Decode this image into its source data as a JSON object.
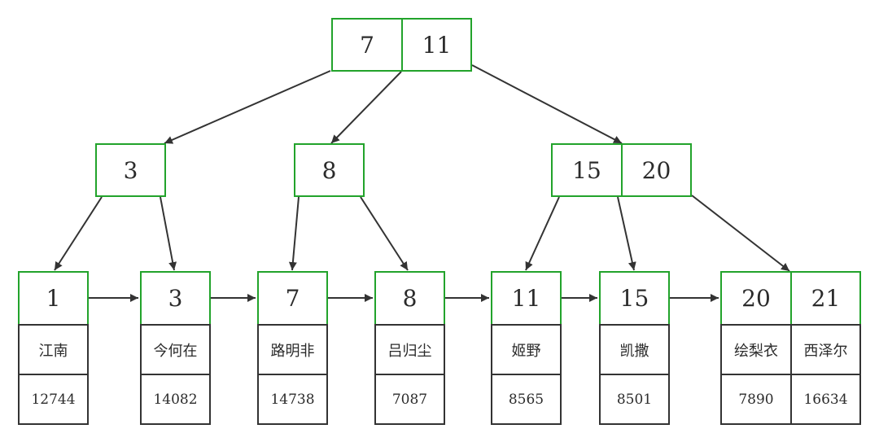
{
  "colors": {
    "key_border": "#22a32b",
    "data_border": "#333333",
    "edge": "#333333"
  },
  "tree": {
    "root": {
      "keys": [
        "7",
        "11"
      ]
    },
    "internal": [
      {
        "keys": [
          "3"
        ]
      },
      {
        "keys": [
          "8"
        ]
      },
      {
        "keys": [
          "15",
          "20"
        ]
      }
    ],
    "leaves": [
      {
        "entries": [
          {
            "key": "1",
            "name": "江南",
            "value": "12744"
          }
        ]
      },
      {
        "entries": [
          {
            "key": "3",
            "name": "今何在",
            "value": "14082"
          }
        ]
      },
      {
        "entries": [
          {
            "key": "7",
            "name": "路明非",
            "value": "14738"
          }
        ]
      },
      {
        "entries": [
          {
            "key": "8",
            "name": "吕归尘",
            "value": "7087"
          }
        ]
      },
      {
        "entries": [
          {
            "key": "11",
            "name": "姬野",
            "value": "8565"
          }
        ]
      },
      {
        "entries": [
          {
            "key": "15",
            "name": "凯撒",
            "value": "8501"
          }
        ]
      },
      {
        "entries": [
          {
            "key": "20",
            "name": "绘梨衣",
            "value": "7890"
          },
          {
            "key": "21",
            "name": "西泽尔",
            "value": "16634"
          }
        ]
      }
    ]
  }
}
